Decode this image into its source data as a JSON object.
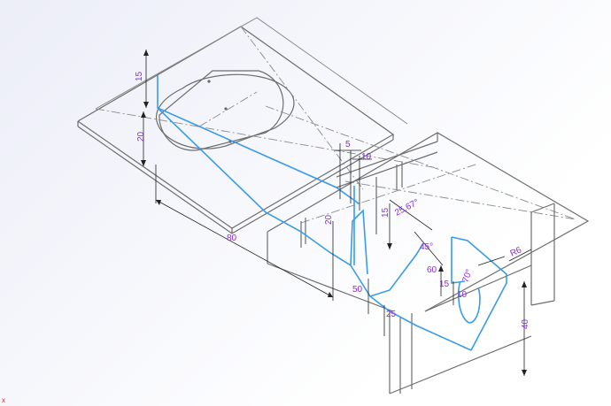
{
  "dimensions": {
    "d15_top": "15",
    "d20_left": "20",
    "d80": "80",
    "d5": "5",
    "d10_top": "10",
    "d15_mid": "15",
    "d25_67": "25.67°",
    "d20_mid": "20",
    "d45": "45°",
    "d60": "60",
    "d15_lower": "15",
    "d10_lower": "10",
    "d70": "70°",
    "d8": "R6",
    "d50": "50",
    "d25_bottom": "25",
    "d40": "40"
  },
  "origin_label": "x",
  "colors": {
    "edge": "#6e6e6e",
    "sketch": "#3a9be8",
    "dimension_text": "#8a2be2"
  }
}
